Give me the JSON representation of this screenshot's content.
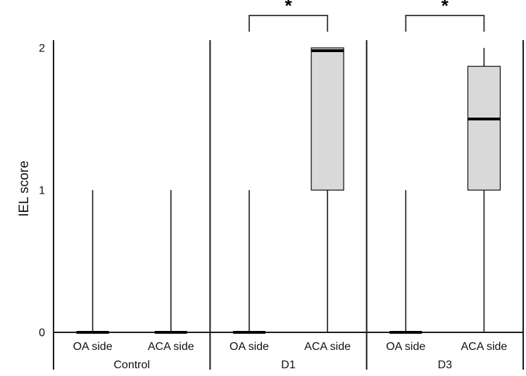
{
  "chart_data": {
    "type": "box",
    "title": "",
    "ylabel": "IEL score",
    "ylim": [
      0,
      2
    ],
    "yticks": [
      "0",
      "1",
      "2"
    ],
    "ytick_values": [
      0,
      1,
      2
    ],
    "grid": false,
    "legend": null,
    "groups": [
      {
        "label": "Control",
        "significance": null,
        "boxes": [
          {
            "label": "OA side",
            "whisker_low": 0,
            "q1": 0,
            "median": 0,
            "q3": 0,
            "whisker_high": 1
          },
          {
            "label": "ACA side",
            "whisker_low": 0,
            "q1": 0,
            "median": 0,
            "q3": 0,
            "whisker_high": 1
          }
        ]
      },
      {
        "label": "D1",
        "significance": "*",
        "boxes": [
          {
            "label": "OA side",
            "whisker_low": 0,
            "q1": 0,
            "median": 0,
            "q3": 0,
            "whisker_high": 1
          },
          {
            "label": "ACA side",
            "whisker_low": 0,
            "q1": 1,
            "median": 1.98,
            "q3": 2,
            "whisker_high": 2
          }
        ]
      },
      {
        "label": "D3",
        "significance": "*",
        "boxes": [
          {
            "label": "OA side",
            "whisker_low": 0,
            "q1": 0,
            "median": 0,
            "q3": 0,
            "whisker_high": 1
          },
          {
            "label": "ACA side",
            "whisker_low": 0,
            "q1": 1,
            "median": 1.5,
            "q3": 1.87,
            "whisker_high": 2
          }
        ]
      }
    ],
    "colors": {
      "box_fill": "#d9d9d9",
      "line": "#1a1a1a",
      "bracket": "#444444",
      "text": "#111111"
    }
  }
}
